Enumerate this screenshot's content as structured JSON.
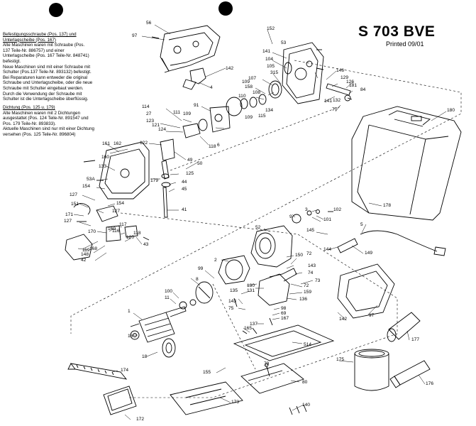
{
  "header": {
    "model_title": "S 703 BVE",
    "printed": "Printed 09/01"
  },
  "notes_top": {
    "heading_lines": [
      "Befestigungsschraube (Pos. 137) und",
      "Unterlagscheibe (Pos. 167)"
    ],
    "lines": [
      "Alte Maschinen waren mit Schraube (Pos.",
      "137 Teile-Nr. 886757) und einer",
      "Unterlagscheibe (Pos. 167 Teile-Nr. 848741)",
      "befestigt.",
      "Neue Maschinen sind mit einer Schraube mit",
      "Schulter (Pos.137 Teile-Nr. 893132) befestigt.",
      "Bei Reparaturen kann entweder die original",
      "Schraube und Unterlagscheibe, oder die neue",
      "Schraube mit Schulter eingebaut werden.",
      "Durch die Verwendung der Schraube mit",
      "Schulter ist die Unterlagscheibe überflüssig."
    ]
  },
  "notes_bottom": {
    "heading_lines": [
      "Dichtung (Pos. 125 u. 179)"
    ],
    "lines": [
      "Alte Maschinen waren mit 2 Dichtungen",
      "ausgestattet (Pos. 124 Teile-Nr. 891547 und",
      "Pos. 179 Teile-Nr. 893833).",
      "Aktuelle Maschinen sind nur mit einer Dichtung",
      "versehen (Pos. 125 Teile-Nr. 896804)"
    ]
  },
  "part_labels": [
    {
      "id": "56",
      "name": "callout-56"
    },
    {
      "id": "97",
      "name": "callout-97-top"
    },
    {
      "id": "142",
      "name": "callout-142-top"
    },
    {
      "id": "4",
      "name": "callout-4"
    },
    {
      "id": "152",
      "name": "callout-152"
    },
    {
      "id": "53",
      "name": "callout-53"
    },
    {
      "id": "141",
      "name": "callout-141-a"
    },
    {
      "id": "104",
      "name": "callout-104"
    },
    {
      "id": "105",
      "name": "callout-105"
    },
    {
      "id": "315",
      "name": "callout-315"
    },
    {
      "id": "109",
      "name": "callout-109-a"
    },
    {
      "id": "107",
      "name": "callout-107"
    },
    {
      "id": "158",
      "name": "callout-158"
    },
    {
      "id": "108",
      "name": "callout-108"
    },
    {
      "id": "110",
      "name": "callout-110"
    },
    {
      "id": "134",
      "name": "callout-134"
    },
    {
      "id": "115",
      "name": "callout-115"
    },
    {
      "id": "141",
      "name": "callout-141-b"
    },
    {
      "id": "146",
      "name": "callout-146"
    },
    {
      "id": "129",
      "name": "callout-129"
    },
    {
      "id": "126",
      "name": "callout-126"
    },
    {
      "id": "181",
      "name": "callout-181"
    },
    {
      "id": "84",
      "name": "callout-84"
    },
    {
      "id": "132",
      "name": "callout-132"
    },
    {
      "id": "77",
      "name": "callout-77"
    },
    {
      "id": "180",
      "name": "callout-180"
    },
    {
      "id": "91",
      "name": "callout-91"
    },
    {
      "id": "114",
      "name": "callout-114"
    },
    {
      "id": "27",
      "name": "callout-27"
    },
    {
      "id": "123",
      "name": "callout-123"
    },
    {
      "id": "121",
      "name": "callout-121"
    },
    {
      "id": "124",
      "name": "callout-124"
    },
    {
      "id": "111",
      "name": "callout-111"
    },
    {
      "id": "109",
      "name": "callout-109-b"
    },
    {
      "id": "109",
      "name": "callout-109-c"
    },
    {
      "id": "6",
      "name": "callout-6"
    },
    {
      "id": "118",
      "name": "callout-118"
    },
    {
      "id": "161",
      "name": "callout-161"
    },
    {
      "id": "162",
      "name": "callout-162"
    },
    {
      "id": "122",
      "name": "callout-122"
    },
    {
      "id": "160",
      "name": "callout-160"
    },
    {
      "id": "133",
      "name": "callout-133"
    },
    {
      "id": "49",
      "name": "callout-49"
    },
    {
      "id": "50",
      "name": "callout-50"
    },
    {
      "id": "125",
      "name": "callout-125"
    },
    {
      "id": "179",
      "name": "callout-179"
    },
    {
      "id": "44",
      "name": "callout-44"
    },
    {
      "id": "45",
      "name": "callout-45"
    },
    {
      "id": "53A",
      "name": "callout-53a"
    },
    {
      "id": "154",
      "name": "callout-154-a"
    },
    {
      "id": "127",
      "name": "callout-127-a"
    },
    {
      "id": "154",
      "name": "callout-154-b"
    },
    {
      "id": "151",
      "name": "callout-151"
    },
    {
      "id": "127",
      "name": "callout-127-b"
    },
    {
      "id": "171",
      "name": "callout-171"
    },
    {
      "id": "127",
      "name": "callout-127-c"
    },
    {
      "id": "169",
      "name": "callout-169"
    },
    {
      "id": "170",
      "name": "callout-170"
    },
    {
      "id": "116",
      "name": "callout-116"
    },
    {
      "id": "117",
      "name": "callout-117"
    },
    {
      "id": "118",
      "name": "callout-118-b"
    },
    {
      "id": "120",
      "name": "callout-120"
    },
    {
      "id": "43",
      "name": "callout-43"
    },
    {
      "id": "119",
      "name": "callout-119"
    },
    {
      "id": "148",
      "name": "callout-148"
    },
    {
      "id": "42",
      "name": "callout-42"
    },
    {
      "id": "168",
      "name": "callout-168"
    },
    {
      "id": "41",
      "name": "callout-41"
    },
    {
      "id": "178",
      "name": "callout-178"
    },
    {
      "id": "3",
      "name": "callout-3"
    },
    {
      "id": "102",
      "name": "callout-102"
    },
    {
      "id": "9",
      "name": "callout-9"
    },
    {
      "id": "101",
      "name": "callout-101"
    },
    {
      "id": "52",
      "name": "callout-52"
    },
    {
      "id": "145",
      "name": "callout-145"
    },
    {
      "id": "5",
      "name": "callout-5"
    },
    {
      "id": "144",
      "name": "callout-144"
    },
    {
      "id": "149",
      "name": "callout-149"
    },
    {
      "id": "150",
      "name": "callout-150"
    },
    {
      "id": "72",
      "name": "callout-72"
    },
    {
      "id": "74",
      "name": "callout-74"
    },
    {
      "id": "143",
      "name": "callout-143-a"
    },
    {
      "id": "2",
      "name": "callout-2"
    },
    {
      "id": "99",
      "name": "callout-99"
    },
    {
      "id": "8",
      "name": "callout-8"
    },
    {
      "id": "135",
      "name": "callout-135"
    },
    {
      "id": "130",
      "name": "callout-130"
    },
    {
      "id": "131",
      "name": "callout-131"
    },
    {
      "id": "72",
      "name": "callout-72-b"
    },
    {
      "id": "73",
      "name": "callout-73"
    },
    {
      "id": "159",
      "name": "callout-159"
    },
    {
      "id": "136",
      "name": "callout-136"
    },
    {
      "id": "143",
      "name": "callout-143-b"
    },
    {
      "id": "75",
      "name": "callout-75"
    },
    {
      "id": "98",
      "name": "callout-98"
    },
    {
      "id": "69",
      "name": "callout-69"
    },
    {
      "id": "167",
      "name": "callout-167"
    },
    {
      "id": "137",
      "name": "callout-137"
    },
    {
      "id": "100",
      "name": "callout-100"
    },
    {
      "id": "11",
      "name": "callout-11"
    },
    {
      "id": "1",
      "name": "callout-1"
    },
    {
      "id": "97",
      "name": "callout-97-b"
    },
    {
      "id": "142",
      "name": "callout-142-b"
    },
    {
      "id": "177",
      "name": "callout-177"
    },
    {
      "id": "165",
      "name": "callout-165"
    },
    {
      "id": "514",
      "name": "callout-514"
    },
    {
      "id": "16",
      "name": "callout-16"
    },
    {
      "id": "18",
      "name": "callout-18"
    },
    {
      "id": "174",
      "name": "callout-174"
    },
    {
      "id": "155",
      "name": "callout-155"
    },
    {
      "id": "79",
      "name": "callout-79"
    },
    {
      "id": "80",
      "name": "callout-80"
    },
    {
      "id": "175",
      "name": "callout-175"
    },
    {
      "id": "176",
      "name": "callout-176"
    },
    {
      "id": "173",
      "name": "callout-173"
    },
    {
      "id": "140",
      "name": "callout-140"
    },
    {
      "id": "172",
      "name": "callout-172"
    }
  ]
}
